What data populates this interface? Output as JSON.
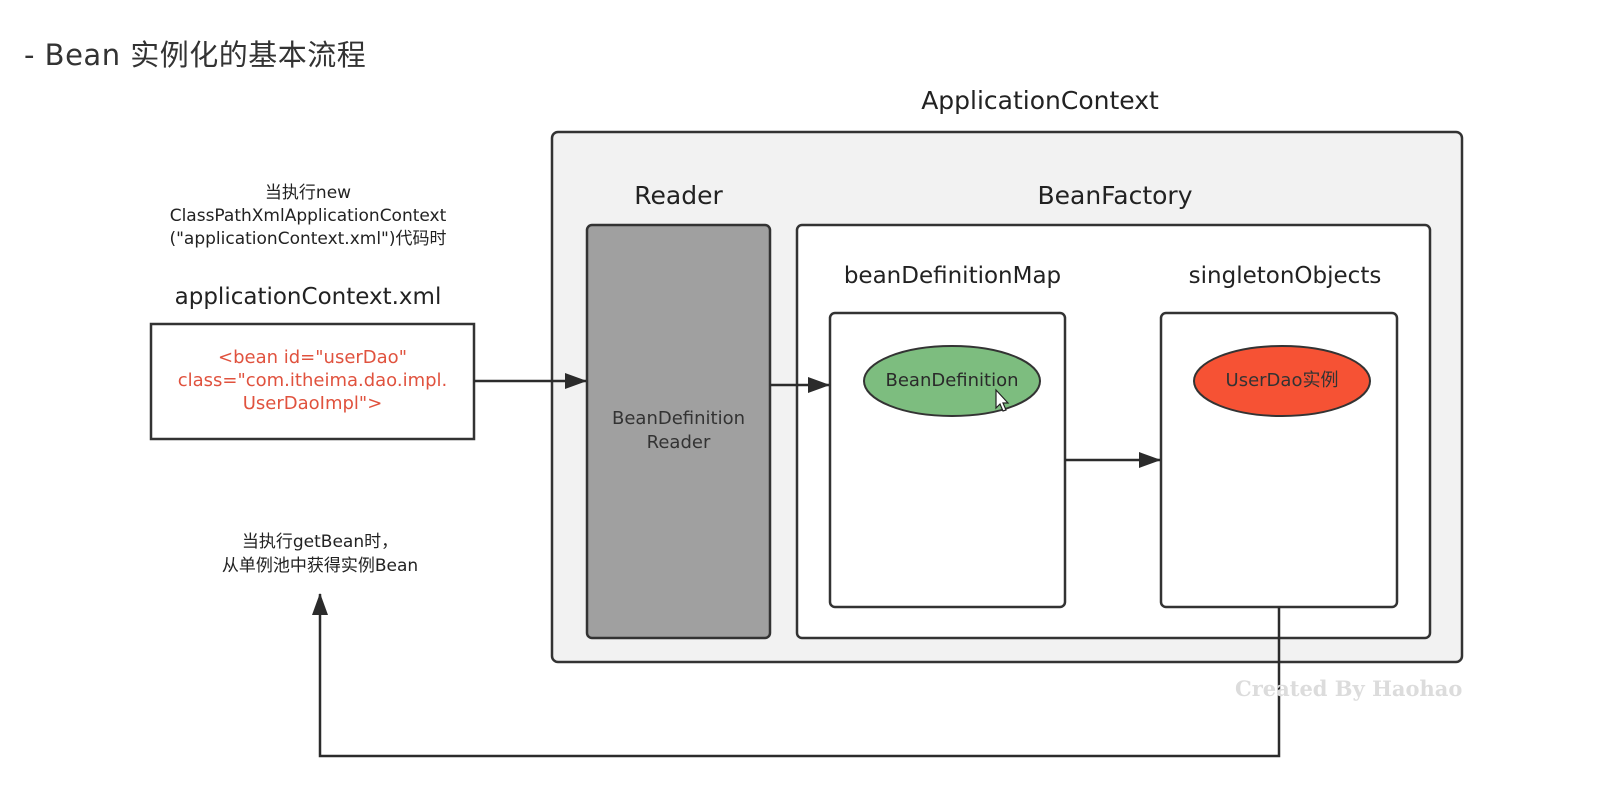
{
  "header": {
    "cut_off_title": "",
    "subtitle": "- Bean 实例化的基本流程"
  },
  "diagram": {
    "application_context": {
      "title": "ApplicationContext",
      "fill": "#f2f2f2"
    },
    "reader": {
      "title": "Reader",
      "box_label_line1": "BeanDefinition",
      "box_label_line2": "Reader",
      "fill": "#a0a0a0"
    },
    "bean_factory": {
      "title": "BeanFactory",
      "bean_definition_map": {
        "title": "beanDefinitionMap",
        "ellipse_label": "BeanDefinition",
        "ellipse_fill": "#7dbd7f"
      },
      "singleton_objects": {
        "title": "singletonObjects",
        "ellipse_label": "UserDao实例",
        "ellipse_fill": "#f65234"
      }
    },
    "xml_file": {
      "caption_line1": "当执行new",
      "caption_line2": "ClassPathXmlApplicationContext",
      "caption_line3": "(\"applicationContext.xml\")代码时",
      "title": "applicationContext.xml",
      "content_line1": "<bean id=\"userDao\"",
      "content_line2": "class=\"com.itheima.dao.impl.",
      "content_line3": "UserDaoImpl\">",
      "content_color": "#e0523e"
    },
    "get_bean_note": {
      "line1": "当执行getBean时，",
      "line2": "从单例池中获得实例Bean"
    },
    "watermark": "Created By Haohao"
  }
}
